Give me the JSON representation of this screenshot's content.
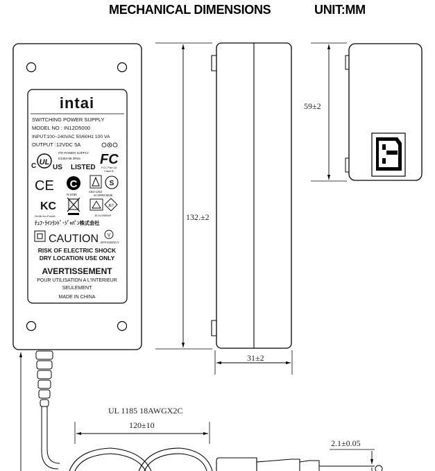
{
  "header": {
    "title": "MECHANICAL DIMENSIONS",
    "unit": "UNIT:MM"
  },
  "label": {
    "brand": "intai",
    "product": "SWITCHING POWER SUPPLY",
    "model": "MODEL NO : IN12D5000",
    "input": "INPUT:100~240VAC 50/60Hz 100 VA",
    "output": "OUTPUT :12VDC 5A",
    "ul_text": "ITE POWER SUPPLY",
    "ul_file": "E3494-68 3R6S",
    "listed": "LISTED",
    "c_mark": "C",
    "us_mark": "US",
    "fcc": "FC",
    "fcc_sub": "FCC Part 15",
    "fcc_sub2": "Class B",
    "ce": "CE",
    "c_tick": "C",
    "c_tick_no": "N-2455",
    "gs_no": "CB4-1253",
    "s_mark_no": "SI SIRIM 5536",
    "kc": "KC",
    "kc_no": "HU4b-No-Pos4A",
    "jet": "JET",
    "jet_no": "JE-N-5560AP",
    "japanese": "ﾃｭﾌ･ﾗｲﾝﾗﾝﾄﾞ･ｼﾞｬﾊﾟﾝ株式会社",
    "caution": "CAUTION",
    "energy_no": "V",
    "energy_label": "EFFICIENCY",
    "risk": "RISK OF ELECTRIC SHOCK",
    "dry": "DRY LOCATION USE ONLY",
    "avert": "AVERTISSEMENT",
    "pour": "POUR UTILISATION A L'INTERIEUR",
    "seulement": "SEULEMENT",
    "made": "MADE IN CHINA"
  },
  "dimensions": {
    "length": "132.±2",
    "width": "31±2",
    "height": "59±2",
    "cable_spec": "UL 1185 18AWGX2C",
    "cable_coil": "120±10",
    "plug_pin": "2.1±0.05"
  }
}
